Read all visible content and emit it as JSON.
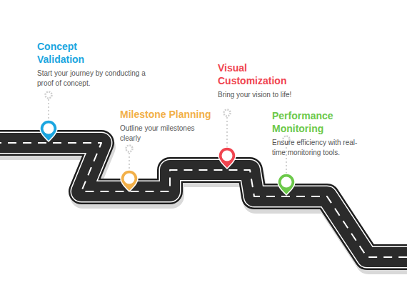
{
  "diagram": {
    "nodes": [
      {
        "text": [
          "Concept Validation",
          "Start your journey by conducting a proof of concept."
        ]
      },
      {
        "text": [
          "Milestone Planning",
          "Outline your milestones clearly"
        ]
      },
      {
        "text": [
          "Visual Customization",
          "Bring your vision to life!"
        ]
      },
      {
        "text": [
          "Performance Monitoring",
          "Ensure efficiency with real-time monitoring tools."
        ]
      }
    ]
  }
}
